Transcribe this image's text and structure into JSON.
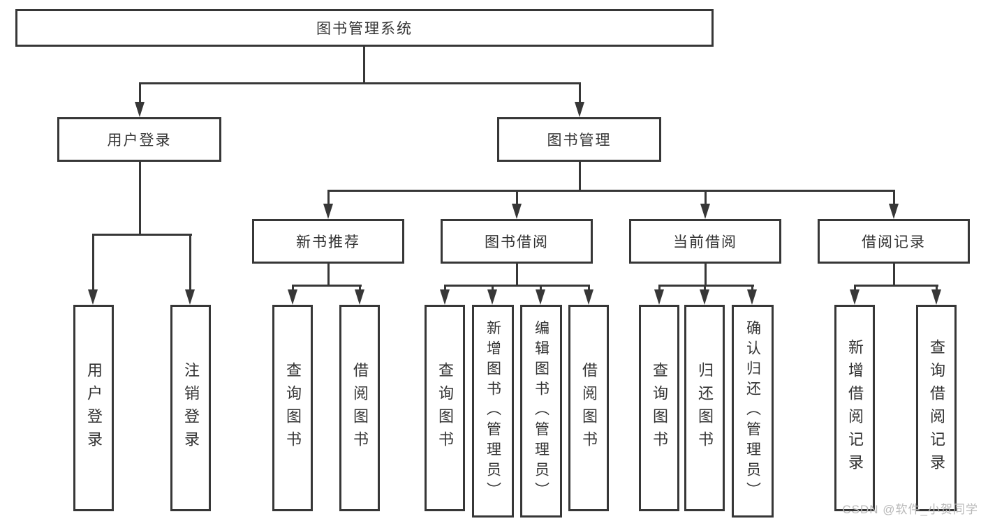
{
  "nodes": {
    "root": "图书管理系统",
    "user_login_branch": "用户登录",
    "book_mgmt_branch": "图书管理",
    "user_login": "用户登录",
    "logout": "注销登录",
    "new_book_rec": "新书推荐",
    "book_borrow": "图书借阅",
    "current_borrow": "当前借阅",
    "borrow_record": "借阅记录",
    "nbr_query_book": "查询图书",
    "nbr_borrow_book": "借阅图书",
    "bb_query_book": "查询图书",
    "bb_add_book": "新增图书（管理员）",
    "bb_edit_book": "编辑图书（管理员）",
    "bb_borrow_book": "借阅图书",
    "cb_query_book": "查询图书",
    "cb_return_book": "归还图书",
    "cb_confirm_return": "确认归还（管理员）",
    "br_add_record": "新增借阅记录",
    "br_query_record": "查询借阅记录"
  },
  "watermark": "CSDN @软件_小贺同学",
  "colors": {
    "line": "#373737",
    "text": "#333333",
    "background": "#ffffff",
    "watermark": "#b9b9b9"
  }
}
